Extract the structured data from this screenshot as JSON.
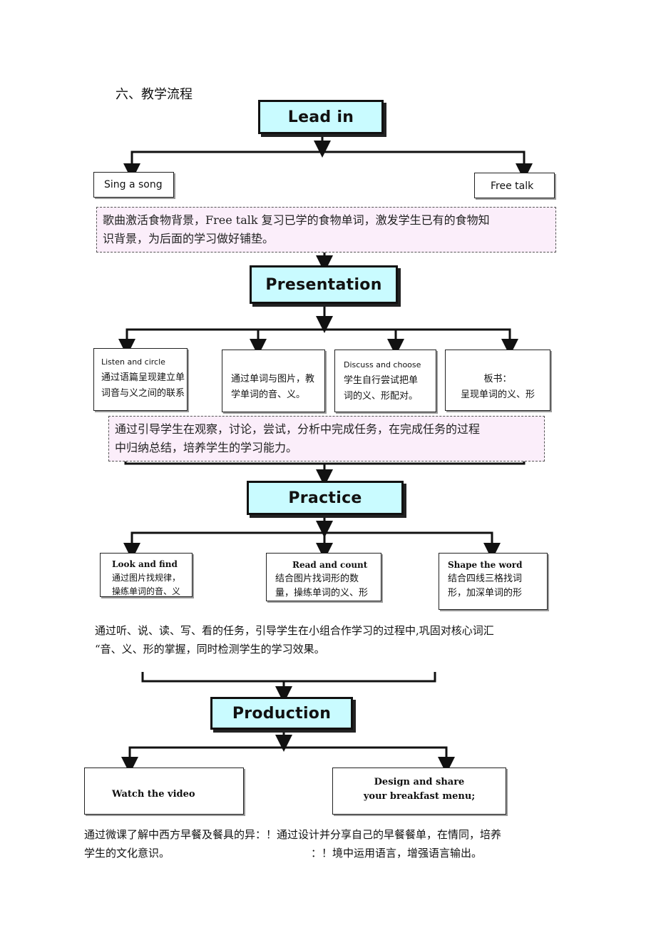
{
  "heading": "六、教学流程",
  "stages": {
    "lead_in": "Lead in",
    "presentation": "Presentation",
    "practice": "Practice",
    "production": "Production"
  },
  "lead_in": {
    "left": "Sing a song",
    "right": "Free talk",
    "note_line1": "歌曲激活食物背景，Free  talk 复习已学的食物单词，激发学生已有的食物知",
    "note_line2": "识背景，为后面的学习做好铺垫。"
  },
  "presentation": {
    "box1": {
      "title": "Listen and circle",
      "line1": "通过语篇呈现建立单",
      "line2": "词音与义之间的联系"
    },
    "box2": {
      "line1": "通过单词与图片，教",
      "line2": "学单词的音、义。"
    },
    "box3": {
      "title": "Discuss and choose",
      "line1": "学生自行尝试把单",
      "line2": "词的义、形配对。"
    },
    "box4": {
      "line1": "板书：",
      "line2": "呈现单词的义、形"
    },
    "note_line1": "通过引导学生在观察，讨论，尝试，分析中完成任务，在完成任务的过程",
    "note_line2": "中归纳总结，培养学生的学习能力。"
  },
  "practice": {
    "box1": {
      "title": "Look and find",
      "line1": "通过图片找规律，",
      "line2": "操练单词的音、义"
    },
    "box2": {
      "title": "Read and count",
      "line1": "结合图片找词形的数",
      "line2": "量，操练单词的义、形"
    },
    "box3": {
      "title": "Shape the word",
      "line1": "结合四线三格找词",
      "line2": "形，加深单词的形"
    },
    "summary_line1": "通过听、说、读、写、看的任务，引导学生在小组合作学习的过程中,巩固对核心词汇",
    "summary_line2": "“音、义、形的掌握，同时检测学生的学习效果。"
  },
  "production": {
    "left": "Watch the video",
    "right_line1": "Design and share",
    "right_line2": "your breakfast menu;",
    "summary_line1": "通过微课了解中西方早餐及餐具的异：！通过设计并分享自己的早餐餐单，在情同，培养",
    "summary_line2_left": "学生的文化意识。",
    "summary_line2_right": "：！境中运用语言，增强语言输出。"
  }
}
